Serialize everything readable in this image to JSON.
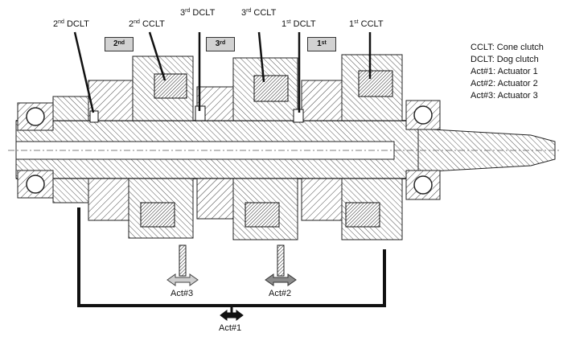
{
  "labels": {
    "dclt2": {
      "num": "2",
      "sup": "nd",
      "rest": " DCLT"
    },
    "cclt2": {
      "num": "2",
      "sup": "nd",
      "rest": " CCLT"
    },
    "dclt3": {
      "num": "3",
      "sup": "rd",
      "rest": " DCLT"
    },
    "cclt3": {
      "num": "3",
      "sup": "rd",
      "rest": " CCLT"
    },
    "dclt1": {
      "num": "1",
      "sup": "st",
      "rest": " DCLT"
    },
    "cclt1": {
      "num": "1",
      "sup": "st",
      "rest": " CCLT"
    }
  },
  "gear_boxes": {
    "g2": {
      "num": "2",
      "sup": "nd"
    },
    "g3": {
      "num": "3",
      "sup": "rd"
    },
    "g1": {
      "num": "1",
      "sup": "st"
    }
  },
  "legend": [
    "CCLT: Cone clutch",
    "DCLT: Dog clutch",
    "Act#1: Actuator 1",
    "Act#2: Actuator 2",
    "Act#3: Actuator 3"
  ],
  "actuators": {
    "act1": "Act#1",
    "act2": "Act#2",
    "act3": "Act#3"
  }
}
